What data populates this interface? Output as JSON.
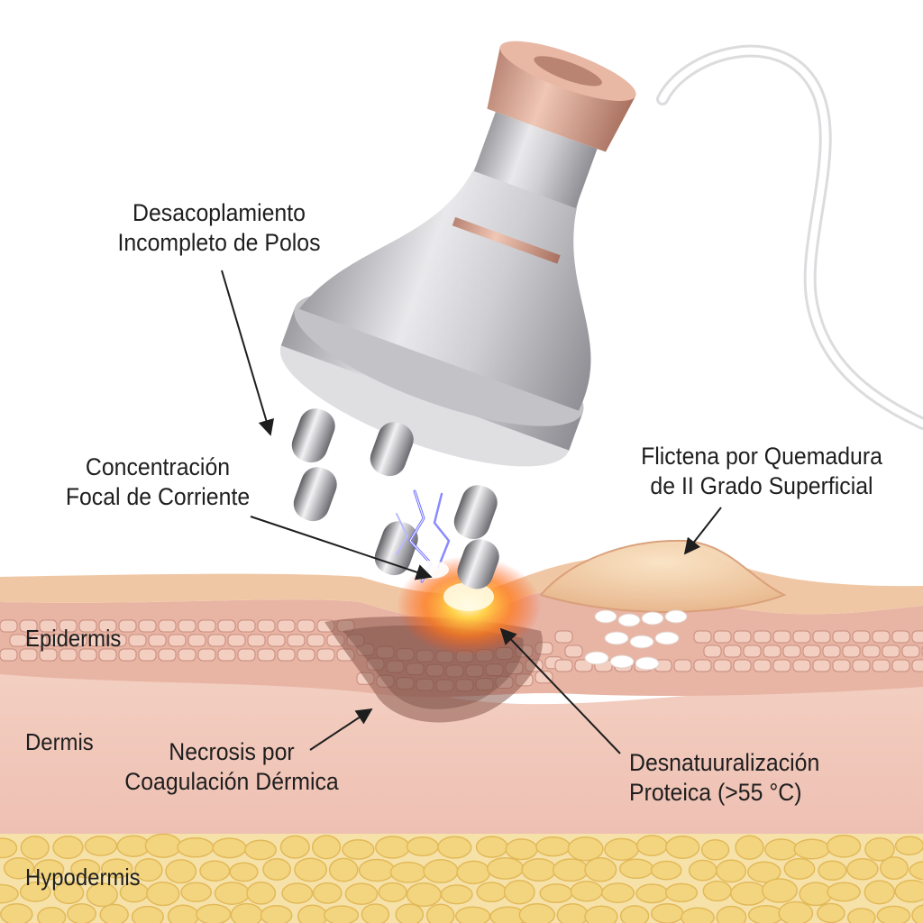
{
  "labels": {
    "pole_decoupling": [
      "Desacoplamiento",
      "Incompleto de Polos"
    ],
    "current_concentration": [
      "Concentración",
      "Focal de Corriente"
    ],
    "blister": [
      "Flictena por Quemadura",
      "de II Grado Superficial"
    ],
    "necrosis": [
      "Necrosis por",
      "Coagulación Dérmica"
    ],
    "denaturation": [
      "Desnatuuralización",
      "Proteica (>55 °C)"
    ]
  },
  "layers": {
    "epidermis": "Epidermis",
    "dermis": "Dermis",
    "hypodermis": "Hypodermis"
  },
  "colors": {
    "background": "#ffffff",
    "skin_surface": "#f0c8a8",
    "epidermis": "#e9b9a8",
    "dermis": "#f1cabd",
    "hypodermis": "#f4dc96",
    "fat_cells": "#f3d98a",
    "device_body": "#c9c9cc",
    "rose_gold": "#d9a48f",
    "burn_glow": "#ff8a1c",
    "spark": "#7d7dff",
    "cable": "#f2f2f2"
  },
  "icons": {
    "device": "radiofrequency-handpiece-icon",
    "spark": "electric-spark-icon",
    "burn": "burn-glow-icon"
  }
}
